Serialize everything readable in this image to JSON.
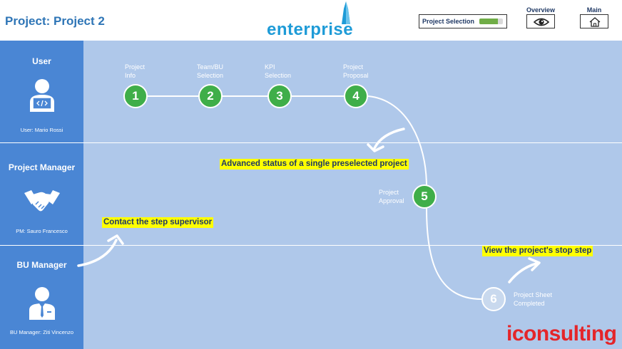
{
  "header": {
    "project_title": "Project: Project 2",
    "logo_text": "enterprise",
    "project_selection_label": "Project Selection",
    "project_selection_level": 0.8,
    "overview_label": "Overview",
    "main_label": "Main"
  },
  "sidebar": {
    "roles": [
      {
        "title": "User",
        "person": "User: Mario Rossi",
        "icon": "developer-laptop-icon"
      },
      {
        "title": "Project Manager",
        "person": "PM: Sauro Francesco",
        "icon": "handshake-icon"
      },
      {
        "title": "BU Manager",
        "person": "BU Manager: Ziti Vincenzo",
        "icon": "businessman-icon"
      }
    ]
  },
  "steps": [
    {
      "number": "1",
      "label_line1": "Project",
      "label_line2": "Info"
    },
    {
      "number": "2",
      "label_line1": "Team/BU",
      "label_line2": "Selection"
    },
    {
      "number": "3",
      "label_line1": "KPI",
      "label_line2": "Selection"
    },
    {
      "number": "4",
      "label_line1": "Project",
      "label_line2": "Proposal"
    },
    {
      "number": "5",
      "label_line1": "Project",
      "label_line2": "Approval"
    },
    {
      "number": "6",
      "label_line1": "Project Sheet",
      "label_line2": "Completed"
    }
  ],
  "callouts": {
    "advanced_status": "Advanced status of a single preselected project",
    "contact_supervisor": "Contact the step supervisor",
    "stop_step": "View the project's stop step"
  },
  "brand": "iconsulting",
  "colors": {
    "accent_blue": "#2e75b6",
    "sidebar_blue": "#4a86d4",
    "step_green": "#3fae49",
    "highlight": "#ffff00",
    "brand_red": "#e4252a"
  }
}
